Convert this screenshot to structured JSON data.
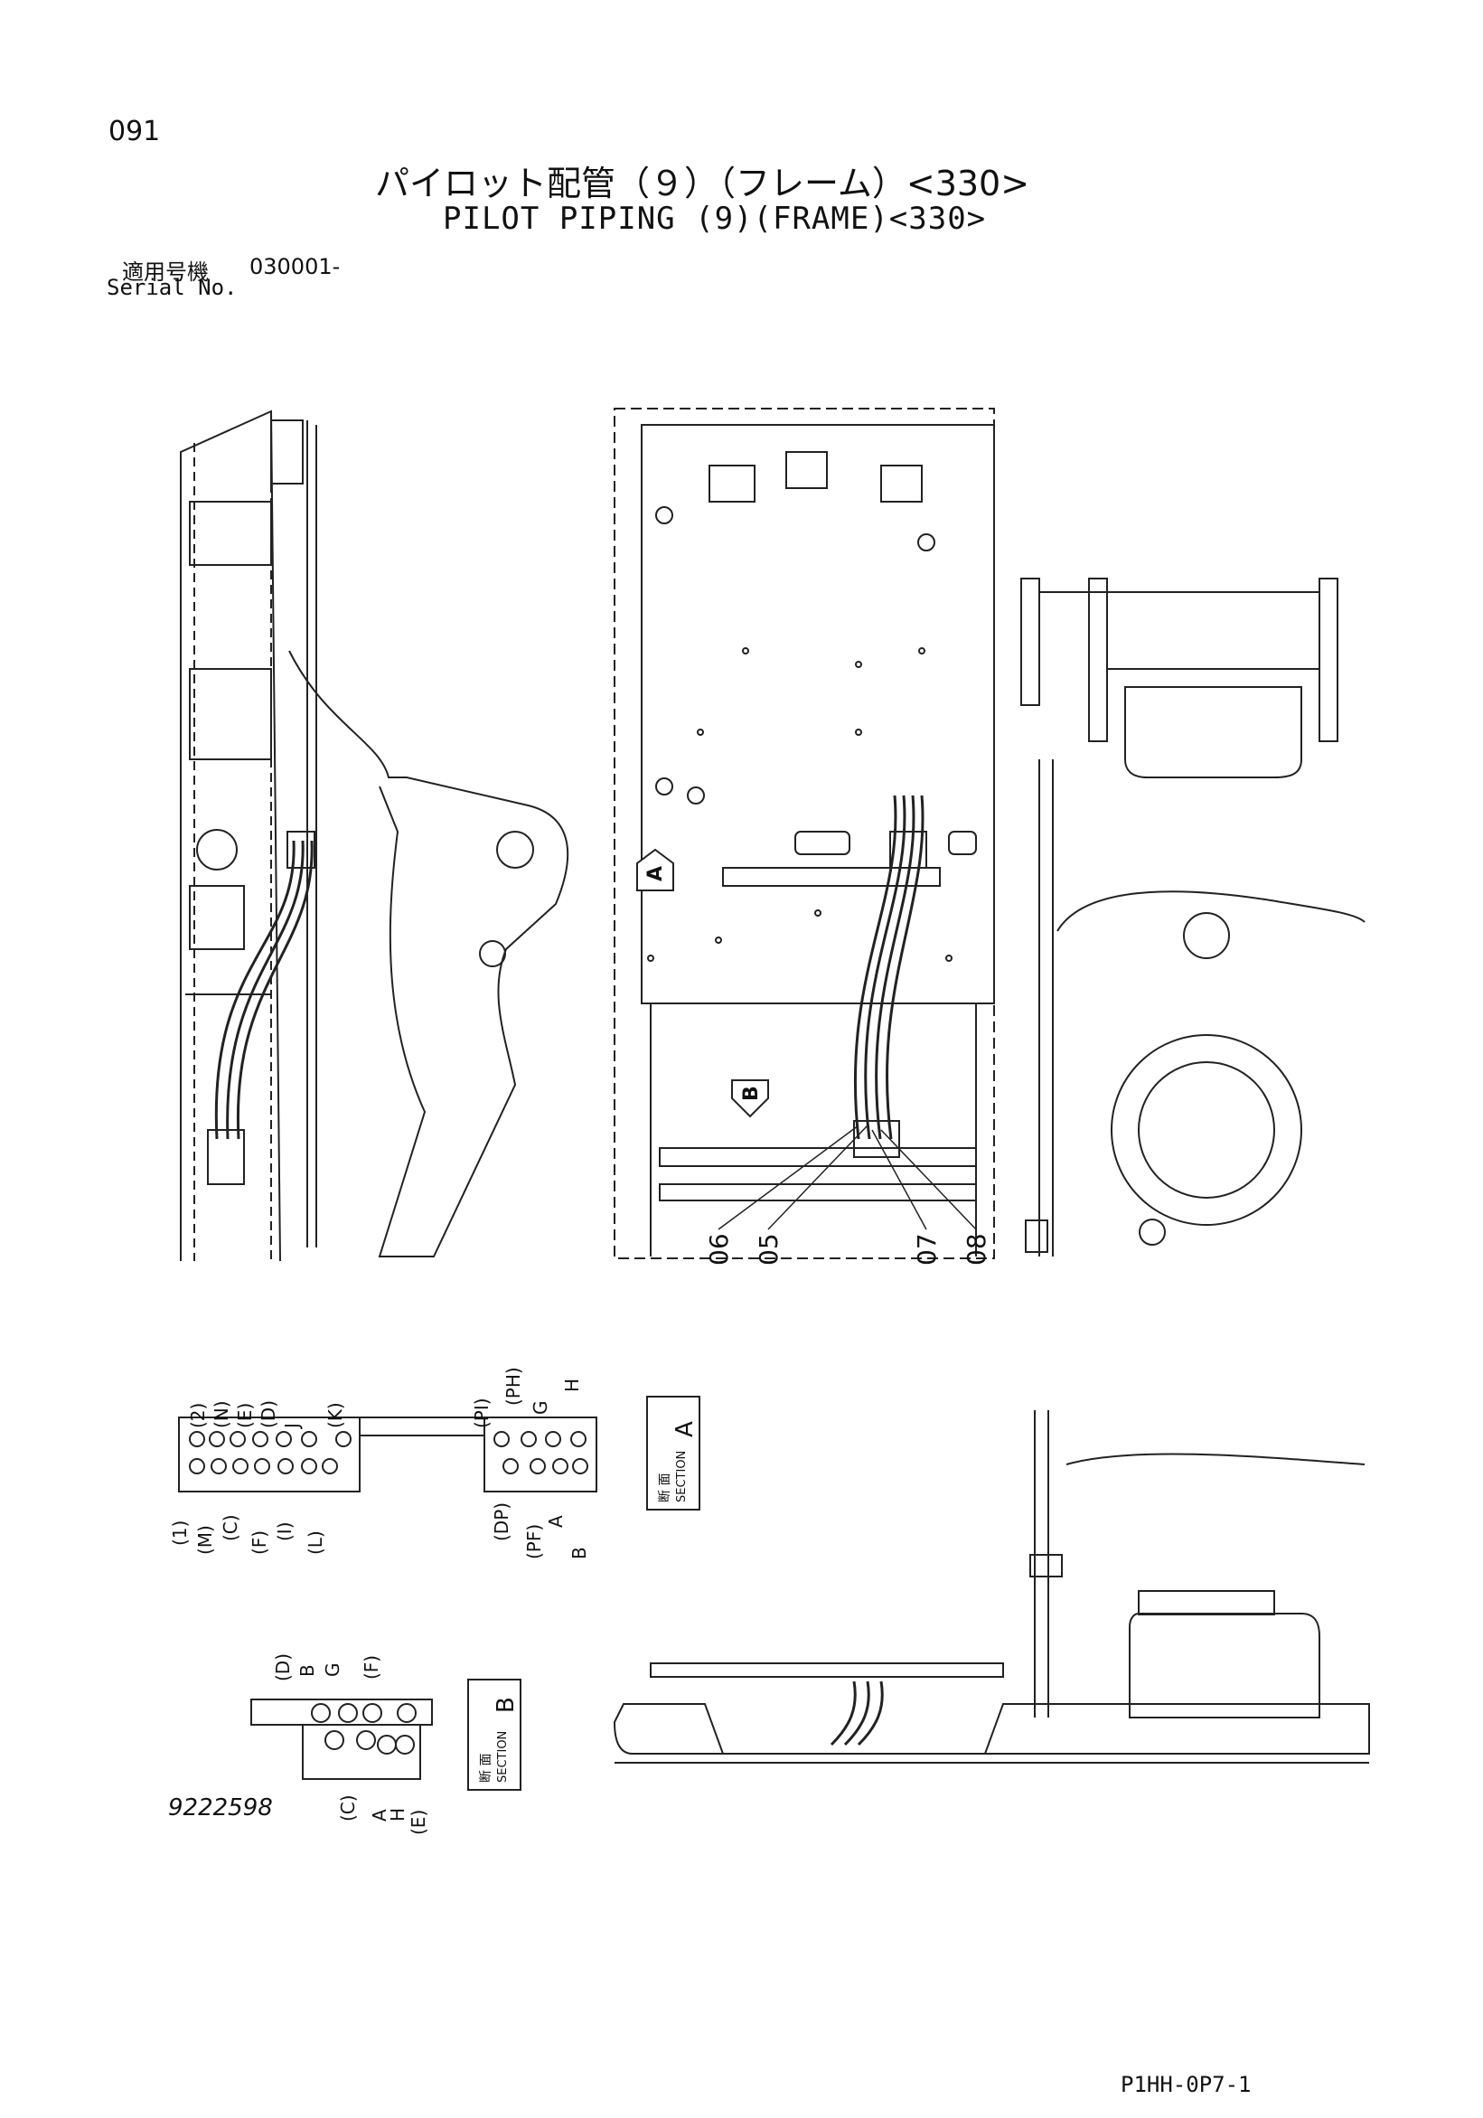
{
  "header": {
    "page_number": "091",
    "title_jp": "パイロット配管（９）（フレーム）<330>",
    "title_en": "PILOT PIPING (9)(FRAME)<330>",
    "serial_label_jp": "適用号機",
    "serial_value": "030001-",
    "serial_label_en": "Serial No."
  },
  "callouts": [
    "06",
    "05",
    "07",
    "08"
  ],
  "view_markers": [
    "A",
    "B"
  ],
  "section_a": {
    "label_jp": "断 面",
    "label_en": "SECTION",
    "letter": "A",
    "top_left_labels": [
      "(2)",
      "(N)",
      "(E)",
      "(D)",
      "J",
      "(K)"
    ],
    "bottom_left_labels": [
      "(1)",
      "(M)",
      "(C)",
      "(F)",
      "(I)",
      "(L)"
    ],
    "top_right_labels": [
      "(PI)",
      "(PH)",
      "G",
      "H"
    ],
    "bottom_right_labels": [
      "(DP)",
      "(PF)",
      "A",
      "B"
    ]
  },
  "section_b": {
    "label_jp": "断 面",
    "label_en": "SECTION",
    "letter": "B",
    "top_labels": [
      "(D)",
      "B",
      "G",
      "(F)"
    ],
    "bottom_labels": [
      "(C)",
      "A",
      "H",
      "(E)"
    ]
  },
  "footer": {
    "drawing_number": "9222598",
    "sheet_code": "P1HH-0P7-1"
  }
}
